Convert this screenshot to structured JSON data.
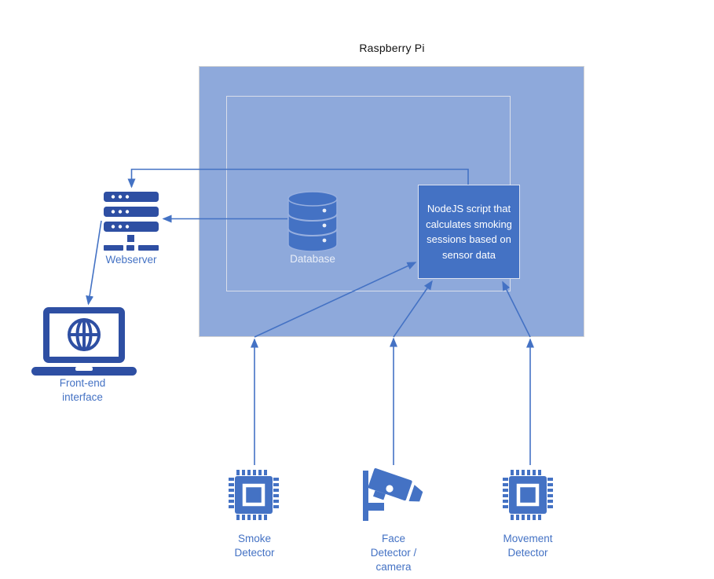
{
  "diagram": {
    "title": "Raspberry Pi",
    "container": {
      "name": "Raspberry Pi",
      "has_inner_boundary": true
    },
    "nodes": {
      "nodejs": {
        "label": "NodeJS script that calculates smoking sessions based on sensor data",
        "shape": "filled-box",
        "inside_pi": true
      },
      "database": {
        "label": "Database",
        "icon": "database-cylinder-icon",
        "inside_pi": true
      },
      "webserver": {
        "label": "Webserver",
        "icon": "server-stack-icon",
        "inside_pi": false
      },
      "frontend": {
        "label": "Front-end interface",
        "icon": "laptop-globe-icon",
        "inside_pi": false
      },
      "smoke": {
        "label": "Smoke Detector",
        "icon": "chip-icon",
        "inside_pi": false
      },
      "face": {
        "label": "Face Detector / camera",
        "icon": "cctv-camera-icon",
        "inside_pi": false
      },
      "movement": {
        "label": "Movement Detector",
        "icon": "chip-icon",
        "inside_pi": false
      }
    },
    "connections": [
      {
        "from": "nodejs",
        "to": "webserver",
        "route": "up-over-top"
      },
      {
        "from": "database",
        "to": "webserver",
        "route": "straight-left"
      },
      {
        "from": "webserver",
        "to": "frontend",
        "route": "diagonal-down"
      },
      {
        "from": "smoke",
        "to": "nodejs",
        "route": "up-to-pi-edge-then-diagonal"
      },
      {
        "from": "face",
        "to": "nodejs",
        "route": "up-to-pi-edge-then-diagonal"
      },
      {
        "from": "movement",
        "to": "nodejs",
        "route": "up-to-pi-edge-then-diagonal"
      }
    ],
    "colors": {
      "pi_container_fill": "#8EA9DB",
      "pi_container_border": "#D3D3D3",
      "inner_boundary_border": "#D9DEEA",
      "node_box_fill": "#4472C4",
      "icon_medium_blue": "#4472C4",
      "icon_dark_blue": "#2E4FA3",
      "arrow": "#4472C4",
      "label_text": "#4472C4",
      "label_on_blue": "#E9EEF8",
      "node_box_text": "#FFFFFF",
      "title_text": "#111111",
      "background": "#FFFFFF"
    }
  }
}
